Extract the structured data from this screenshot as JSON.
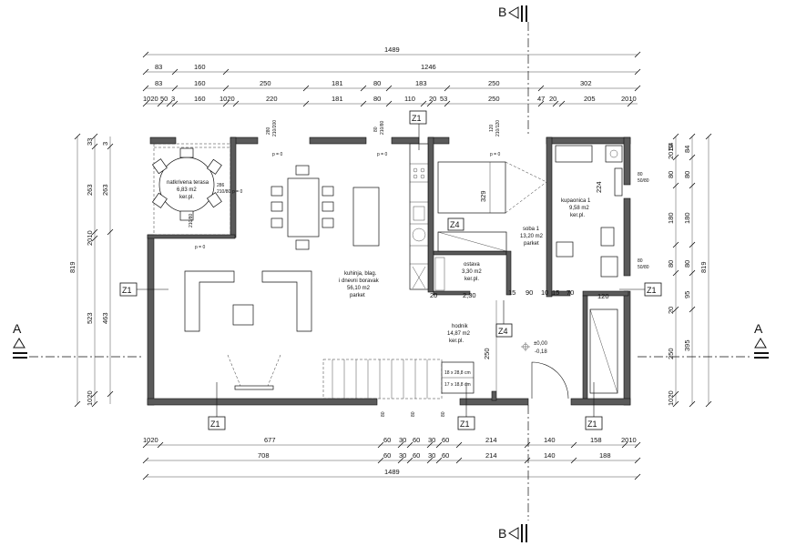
{
  "section_marks": {
    "b": "B",
    "a": "A"
  },
  "top_dims": {
    "row1": [
      "1489"
    ],
    "row2": [
      "83",
      "160",
      "1246"
    ],
    "row3": [
      "83",
      "160",
      "250",
      "181",
      "80",
      "183",
      "250",
      "302"
    ],
    "row4": [
      "1020",
      "50",
      "3",
      "160",
      "1020",
      "220",
      "181",
      "80",
      "110",
      "20",
      "53",
      "250",
      "47",
      "20",
      "205",
      "2010"
    ]
  },
  "bottom_dims": {
    "row1": [
      "1020",
      "677",
      "60",
      "30",
      "60",
      "30",
      "60",
      "214",
      "140",
      "158",
      "2010"
    ],
    "row2": [
      "708",
      "60",
      "30",
      "60",
      "30",
      "60",
      "214",
      "140",
      "188"
    ],
    "row3": [
      "1489"
    ]
  },
  "left_dims": {
    "outer": [
      "819"
    ],
    "mid": [
      "33",
      "263",
      "2010",
      "523",
      "1020"
    ],
    "inner": [
      "3",
      "263",
      "463"
    ]
  },
  "right_dims": {
    "outer": [
      "819"
    ],
    "mid": [
      "54",
      "2010",
      "80",
      "180",
      "80",
      "20",
      "250",
      "1020"
    ],
    "inner": [
      "84",
      "80",
      "180",
      "80",
      "95",
      "395"
    ]
  },
  "rooms": {
    "terrace": [
      "natkrivena terasa",
      "6,83 m2",
      "ker.pl."
    ],
    "kitchen": [
      "kuhinja, blag.",
      "i dnevni boravak",
      "56,10 m2",
      "parket"
    ],
    "room1": [
      "soba 1",
      "13,20 m2",
      "parket"
    ],
    "bath": [
      "kupaonica 1",
      "9,58 m2",
      "ker.pl."
    ],
    "storage": [
      "ostava",
      "3,30 m2",
      "ker.pl."
    ],
    "hall": [
      "hodnik",
      "14,87 m2",
      "ker.pl."
    ],
    "level": [
      "±0,00",
      "-0,18"
    ]
  },
  "tags": {
    "z1": "Z1",
    "z4": "Z4"
  },
  "inner_dims": {
    "storage_w": "2,30",
    "bed_len": "329",
    "bath_224": "224",
    "wall_250": "250",
    "door_row": [
      "15",
      "90",
      "10",
      "15",
      "70"
    ],
    "p120": "120",
    "p20": "20"
  },
  "openings": {
    "o1": "280",
    "o2": "210/200",
    "o3": "80",
    "o4": "210/80",
    "o5": "120",
    "o6": "210/120",
    "p0": "p = 0",
    "w286": "286",
    "w210": "210/80",
    "w80": "80",
    "w80b": "50/80",
    "w80c": "80",
    "w80d": "50/80",
    "stair1": "18 x 28,8 cm",
    "stair2": "17 x 18,8 cm"
  }
}
